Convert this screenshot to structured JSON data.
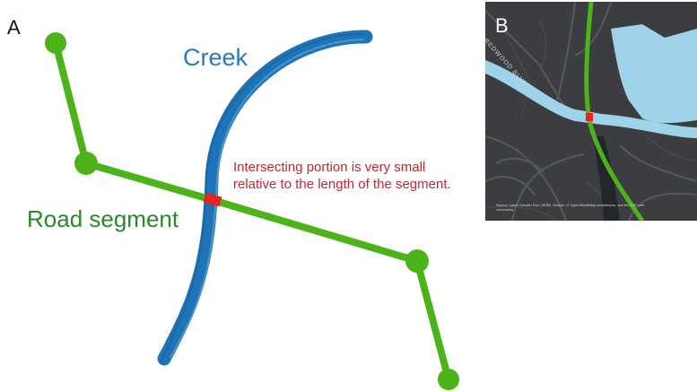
{
  "panel_a": {
    "letter": "A",
    "creek_label": "Creek",
    "road_label": "Road segment",
    "note_line1": "Intersecting portion is very small",
    "note_line2": "relative to the length of the segment."
  },
  "panel_b": {
    "letter": "B",
    "street_name": "REDWOOD BLVD",
    "attribution": "Source: Layer Credits: Esri, HERE, Garmin, © OpenStreetMap contributors, and the GIS user community"
  },
  "colors": {
    "road": "#4db31b",
    "creek": "#1f74b8",
    "intersection": "#e8231d",
    "note": "#c0282d",
    "map_background": "#3b3d40",
    "map_water": "#9fd3ea"
  }
}
